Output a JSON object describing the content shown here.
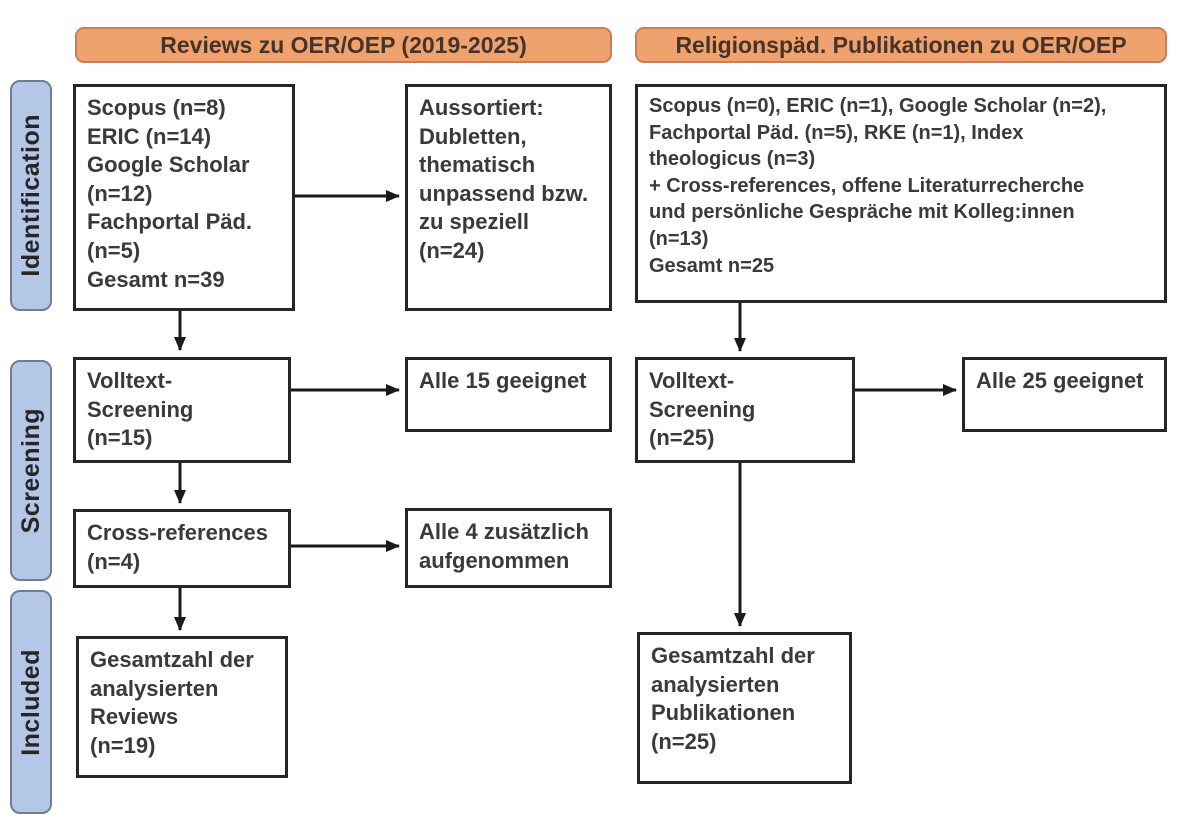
{
  "headers": {
    "left_title": "Reviews zu OER/OEP (2019-2025)",
    "right_title": "Religionspäd. Publikationen zu OER/OEP"
  },
  "sidebar": {
    "items": [
      {
        "label": "Identification"
      },
      {
        "label": "Screening"
      },
      {
        "label": "Included"
      }
    ]
  },
  "left_flow": {
    "identification_sources": "Scopus (n=8)\nERIC (n=14)\nGoogle Scholar\n(n=12)\nFachportal Päd.\n(n=5)\nGesamt n=39",
    "excluded": "Aussortiert:\nDubletten,\nthematisch\nunpassend bzw.\nzu speziell\n(n=24)",
    "fulltext_screening": "Volltext-\nScreening\n(n=15)",
    "all_eligible": "Alle 15 geeignet",
    "cross_references": "Cross-references\n(n=4)",
    "additionally_included": "Alle 4 zusätzlich\naufgenommen",
    "total_included": "Gesamtzahl der\nanalysierten\nReviews\n(n=19)"
  },
  "right_flow": {
    "identification_sources": "Scopus (n=0), ERIC (n=1), Google Scholar (n=2),\nFachportal Päd. (n=5), RKE (n=1), Index\ntheologicus (n=3)\n+ Cross-references, offene Literaturrecherche\nund persönliche Gespräche mit Kolleg:innen\n(n=13)\nGesamt n=25",
    "fulltext_screening": "Volltext-\nScreening\n(n=25)",
    "all_eligible": "Alle 25 geeignet",
    "total_included": "Gesamtzahl der\nanalysierten\nPublikationen\n(n=25)"
  },
  "colors": {
    "header_fill": "#f0a26e",
    "header_border": "#c97f52",
    "sidebar_fill": "#b4c7e7",
    "sidebar_border": "#6e7f94",
    "box_border": "#262626",
    "text": "#3a3a3a",
    "arrow": "#1a1a1a"
  }
}
